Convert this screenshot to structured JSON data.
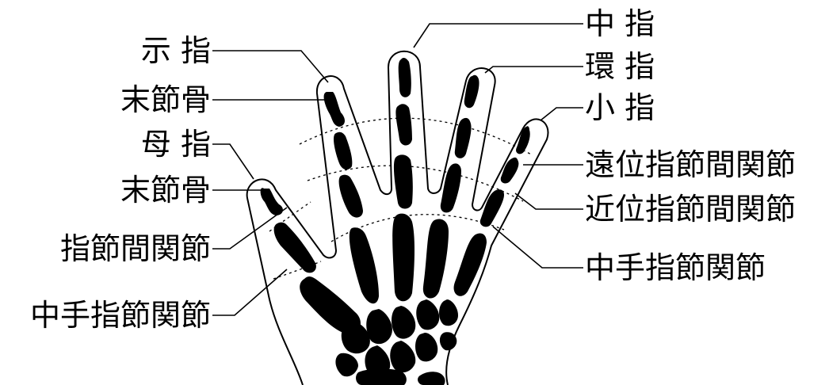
{
  "labels": {
    "index_finger": "示 指",
    "index_distal_phalanx": "末節骨",
    "thumb": "母 指",
    "thumb_distal_phalanx": "末節骨",
    "thumb_ip_joint": "指節間関節",
    "thumb_mcp_joint": "中手指節関節",
    "middle_finger": "中 指",
    "ring_finger": "環 指",
    "little_finger": "小 指",
    "dip_joint": "遠位指節間関節",
    "pip_joint": "近位指節間関節",
    "mcp_joint": "中手指節関節"
  },
  "colors": {
    "bone": "#000000",
    "outline": "#000000",
    "background": "#ffffff"
  }
}
